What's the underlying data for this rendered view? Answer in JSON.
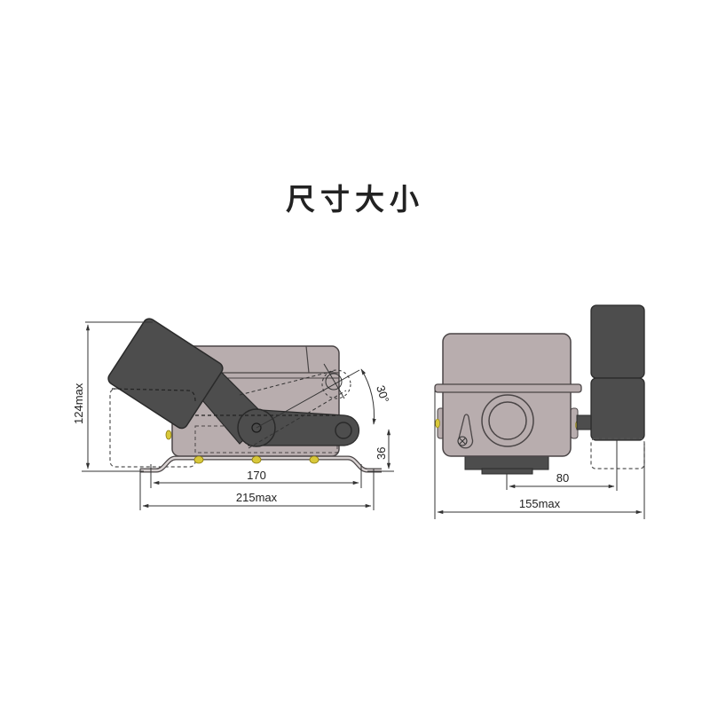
{
  "title": "尺寸大小",
  "colors": {
    "housing": "#b8adae",
    "housing_stroke": "#4a4546",
    "lever": "#4d4d4d",
    "lever_stroke": "#2a2a2a",
    "bolt": "#d8c83a",
    "dimension_line": "#333333",
    "text": "#222222"
  },
  "side_view": {
    "dimensions": {
      "height": "124max",
      "base_hole_spacing": "170",
      "overall_length": "215max",
      "lever_pivot_height": "36",
      "swing_angle": "30°"
    }
  },
  "front_view": {
    "dimensions": {
      "lever_offset": "80",
      "overall_width": "155max"
    }
  }
}
